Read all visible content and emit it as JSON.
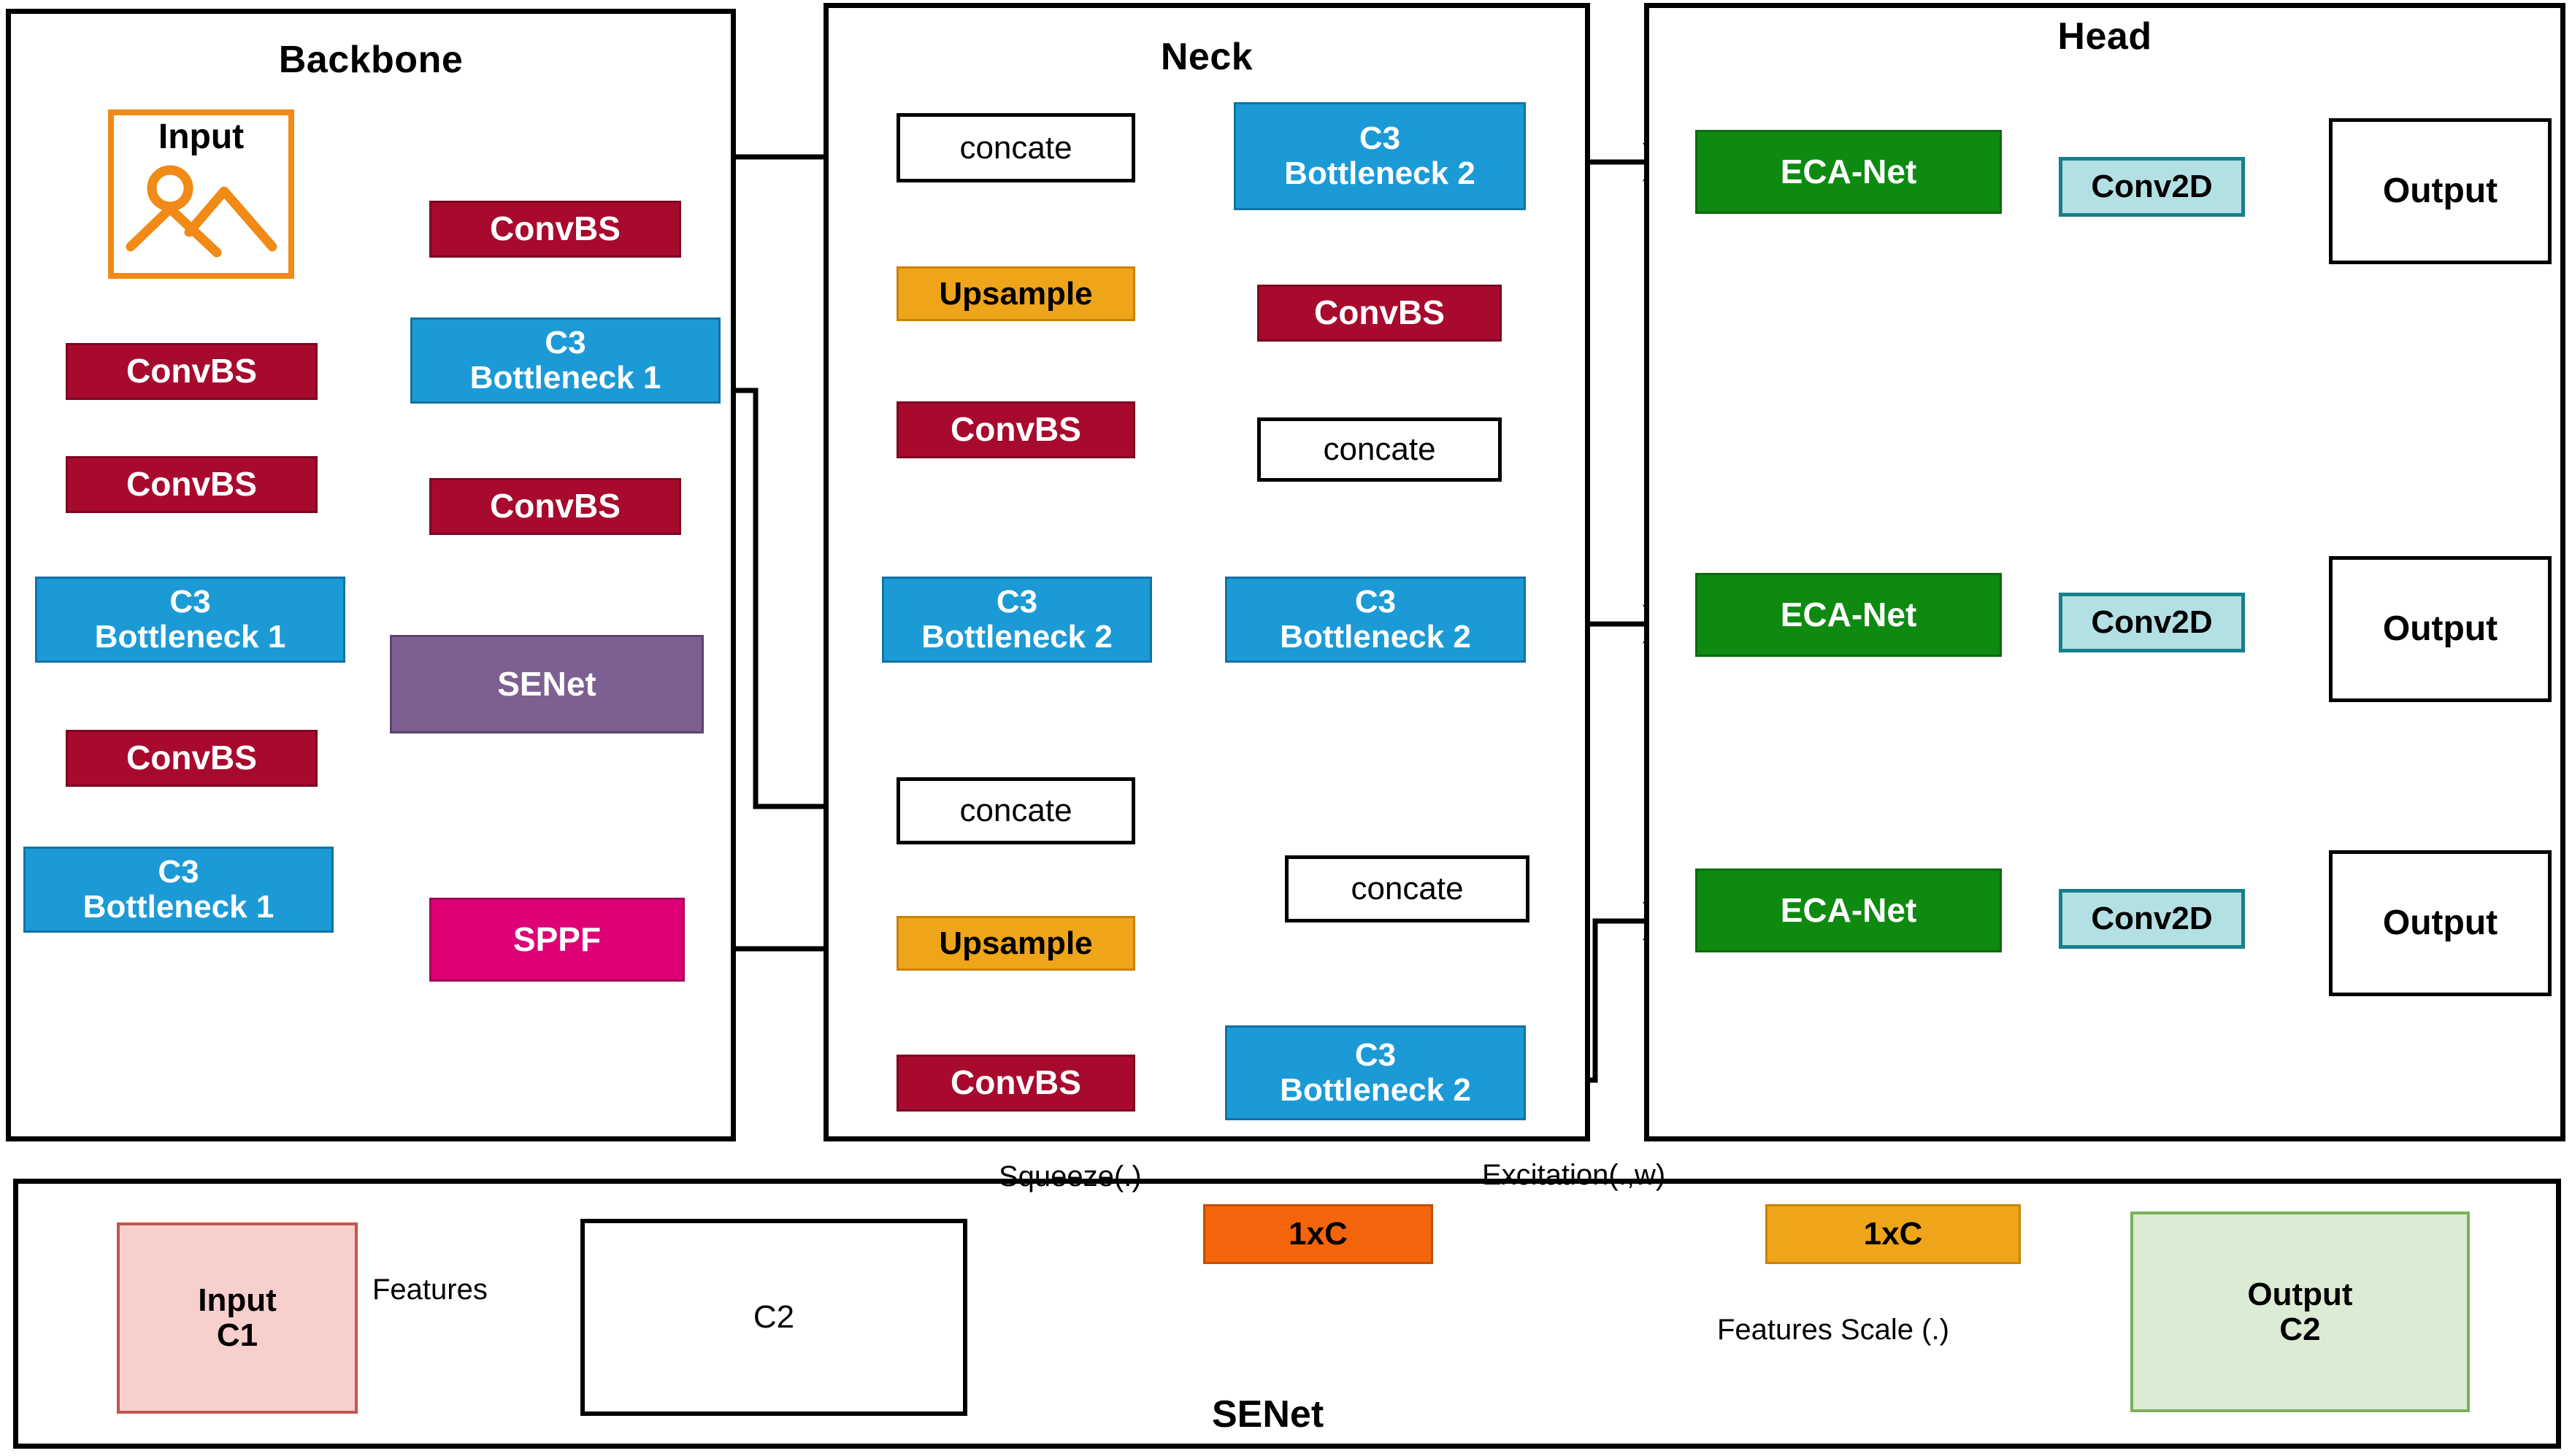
{
  "diagram": {
    "title_backbone": "Backbone",
    "title_neck": "Neck",
    "title_head": "Head"
  },
  "backbone": {
    "input": {
      "label": "Input",
      "icon": "image-placeholder-icon"
    },
    "col1": [
      {
        "label": "ConvBS",
        "type": "conv"
      },
      {
        "label": "ConvBS",
        "type": "conv"
      },
      {
        "label": "C3\nBottleneck 1",
        "type": "c3"
      },
      {
        "label": "ConvBS",
        "type": "conv"
      },
      {
        "label": "C3\nBottleneck 1",
        "type": "c3"
      }
    ],
    "col2": [
      {
        "label": "ConvBS",
        "type": "conv"
      },
      {
        "label": "C3\nBottleneck 1",
        "type": "c3"
      },
      {
        "label": "ConvBS",
        "type": "conv"
      },
      {
        "label": "SENet",
        "type": "senet"
      },
      {
        "label": "SPPF",
        "type": "sppf"
      }
    ]
  },
  "neck": {
    "col1": [
      {
        "label": "concate",
        "type": "plain"
      },
      {
        "label": "Upsample",
        "type": "upsample"
      },
      {
        "label": "ConvBS",
        "type": "conv"
      },
      {
        "label": "C3\nBottleneck 2",
        "type": "c3"
      },
      {
        "label": "concate",
        "type": "plain"
      },
      {
        "label": "Upsample",
        "type": "upsample"
      },
      {
        "label": "ConvBS",
        "type": "conv"
      }
    ],
    "col2": [
      {
        "label": "C3\nBottleneck 2",
        "type": "c3"
      },
      {
        "label": "ConvBS",
        "type": "conv"
      },
      {
        "label": "concate",
        "type": "plain"
      },
      {
        "label": "C3\nBottleneck 2",
        "type": "c3"
      },
      {
        "label": "concate",
        "type": "plain"
      },
      {
        "label": "C3\nBottleneck 2",
        "type": "c3"
      }
    ]
  },
  "head": {
    "rows": [
      {
        "eca": "ECA-Net",
        "conv2d": "Conv2D",
        "output": "Output"
      },
      {
        "eca": "ECA-Net",
        "conv2d": "Conv2D",
        "output": "Output"
      },
      {
        "eca": "ECA-Net",
        "conv2d": "Conv2D",
        "output": "Output"
      }
    ]
  },
  "senet_detail": {
    "caption": "SENet",
    "input": "Input\nC1",
    "c2": "C2",
    "squeeze_box": "1xC",
    "excite_box": "1xC",
    "output": "Output\nC2",
    "labels": {
      "features": "Features",
      "squeeze": "Squeeze(.)",
      "excitation": "Excitation(.,w)",
      "features_scale": "Features Scale (.)"
    }
  },
  "colors": {
    "conv": "#A80A2E",
    "c3": "#1C9AD6",
    "senet": "#7B6091",
    "sppf": "#DD0077",
    "upsample": "#EFA51A",
    "eca": "#0E8A11",
    "conv2d": "#B3E0E2",
    "input_orange": "#F18A16",
    "senet_in_pink": "#F7CFCC",
    "senet_out_green": "#DCEBD4",
    "squeeze_orange": "#F4650B",
    "excite_amber": "#EFA51A"
  }
}
